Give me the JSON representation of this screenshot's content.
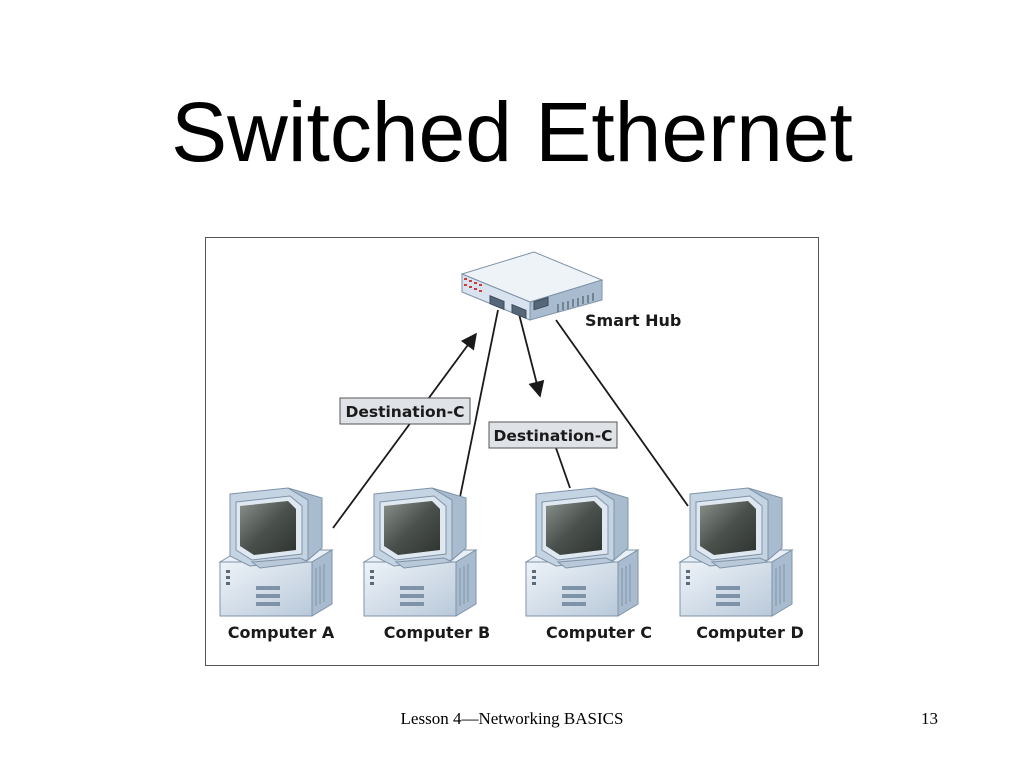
{
  "slide": {
    "title": "Switched Ethernet"
  },
  "diagram": {
    "hub": {
      "label": "Smart Hub"
    },
    "tags": [
      {
        "text": "Destination-C"
      },
      {
        "text": "Destination-C"
      }
    ],
    "computers": [
      {
        "label": "Computer A"
      },
      {
        "label": "Computer B"
      },
      {
        "label": "Computer C"
      },
      {
        "label": "Computer D"
      }
    ],
    "colors": {
      "device_body": "#d8e3ef",
      "device_shade": "#a9bccf",
      "screen": "#5b615c",
      "hub_leds": "#d23a3a",
      "line": "#1a1a1a"
    }
  },
  "footer": {
    "lesson": "Lesson 4—Networking BASICS",
    "page": "13"
  }
}
